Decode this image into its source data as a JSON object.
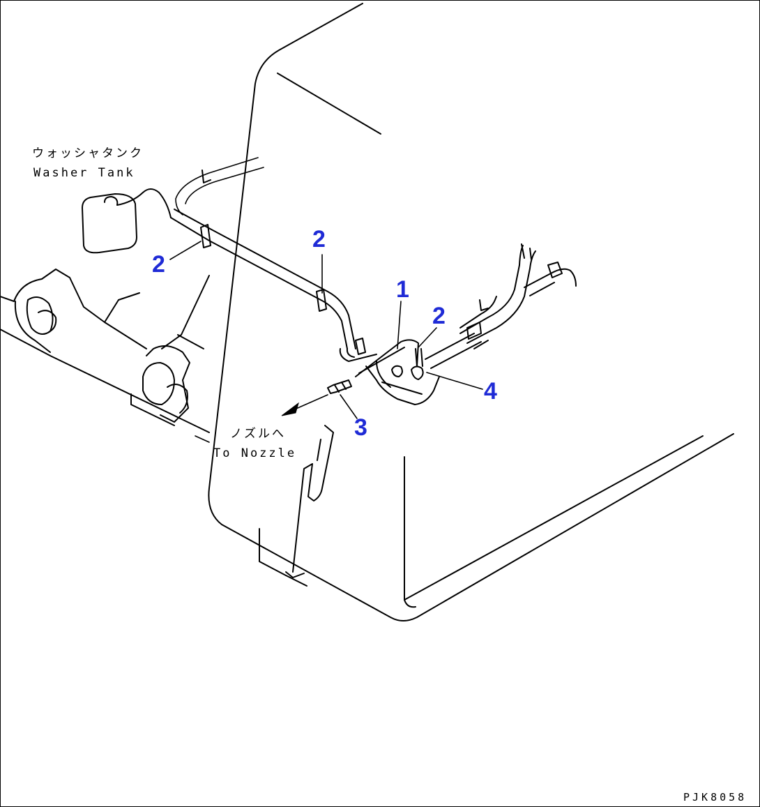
{
  "labels": {
    "washer_tank_jp": "ウォッシャタンク",
    "washer_tank_en": "Washer Tank",
    "to_nozzle_jp": "ノズルへ",
    "to_nozzle_en": "To Nozzle",
    "drawing_code": "PJK8058"
  },
  "callouts": [
    "2",
    "2",
    "1",
    "2",
    "4",
    "3"
  ],
  "colors": {
    "callout": "#1f2bd6",
    "line": "#000000",
    "background": "#ffffff"
  }
}
